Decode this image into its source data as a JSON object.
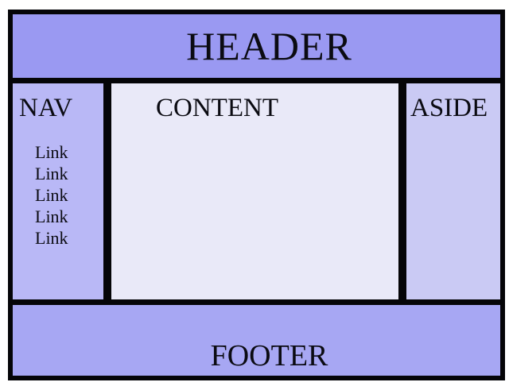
{
  "page": {
    "background_color": "#ffffff",
    "frame_border_color": "#050508",
    "text_color": "#0b0b12"
  },
  "layout": {
    "header": {
      "label": "HEADER",
      "bg_color": "#9a99f2"
    },
    "nav": {
      "label": "NAV",
      "bg_color": "#b9b8f6",
      "links": [
        "Link",
        "Link",
        "Link",
        "Link",
        "Link"
      ]
    },
    "content": {
      "label": "CONTENT",
      "bg_color": "#e9e9f8"
    },
    "aside": {
      "label": "ASIDE",
      "bg_color": "#cacaf4"
    },
    "footer": {
      "label": "FOOTER",
      "bg_color": "#a7a7f3"
    }
  }
}
